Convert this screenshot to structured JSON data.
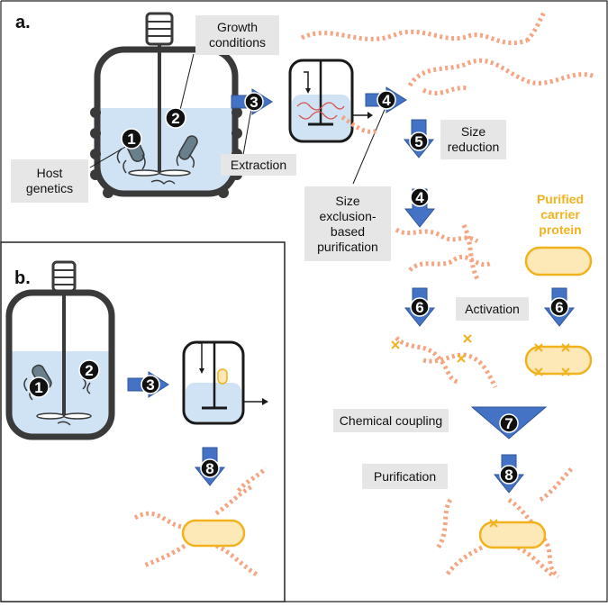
{
  "panels": {
    "a": {
      "letter": "a."
    },
    "b": {
      "letter": "b."
    }
  },
  "labels": {
    "growth_conditions": "Growth conditions",
    "host_genetics": "Host genetics",
    "extraction": "Extraction",
    "size_reduction": "Size reduction",
    "size_exclusion": "Size exclusion-based purification",
    "activation": "Activation",
    "chemical_coupling": "Chemical coupling",
    "purification": "Purification",
    "purified_carrier_protein": "Purified carrier protein"
  },
  "steps": {
    "s1": "1",
    "s2": "2",
    "s3": "3",
    "s4": "4",
    "s5": "5",
    "s6": "6",
    "s7": "7",
    "s8": "8"
  },
  "colors": {
    "arrow_blue": "#4472c4",
    "polysaccharide_orange": "#f4a582",
    "carrier_yellow": "#f2b21d",
    "carrier_fill": "#fde9b8",
    "liquid_blue": "#cfe3f5",
    "label_gray": "#e6e6e6",
    "vessel_dark": "#3a3a3a",
    "badge_black": "#111111"
  },
  "icons": [
    "bioreactor-icon",
    "bacterium-icon",
    "impeller-icon",
    "arrow-down-icon",
    "arrow-right-icon",
    "carrier-protein-icon",
    "polysaccharide-chain-icon",
    "activation-site-icon"
  ]
}
